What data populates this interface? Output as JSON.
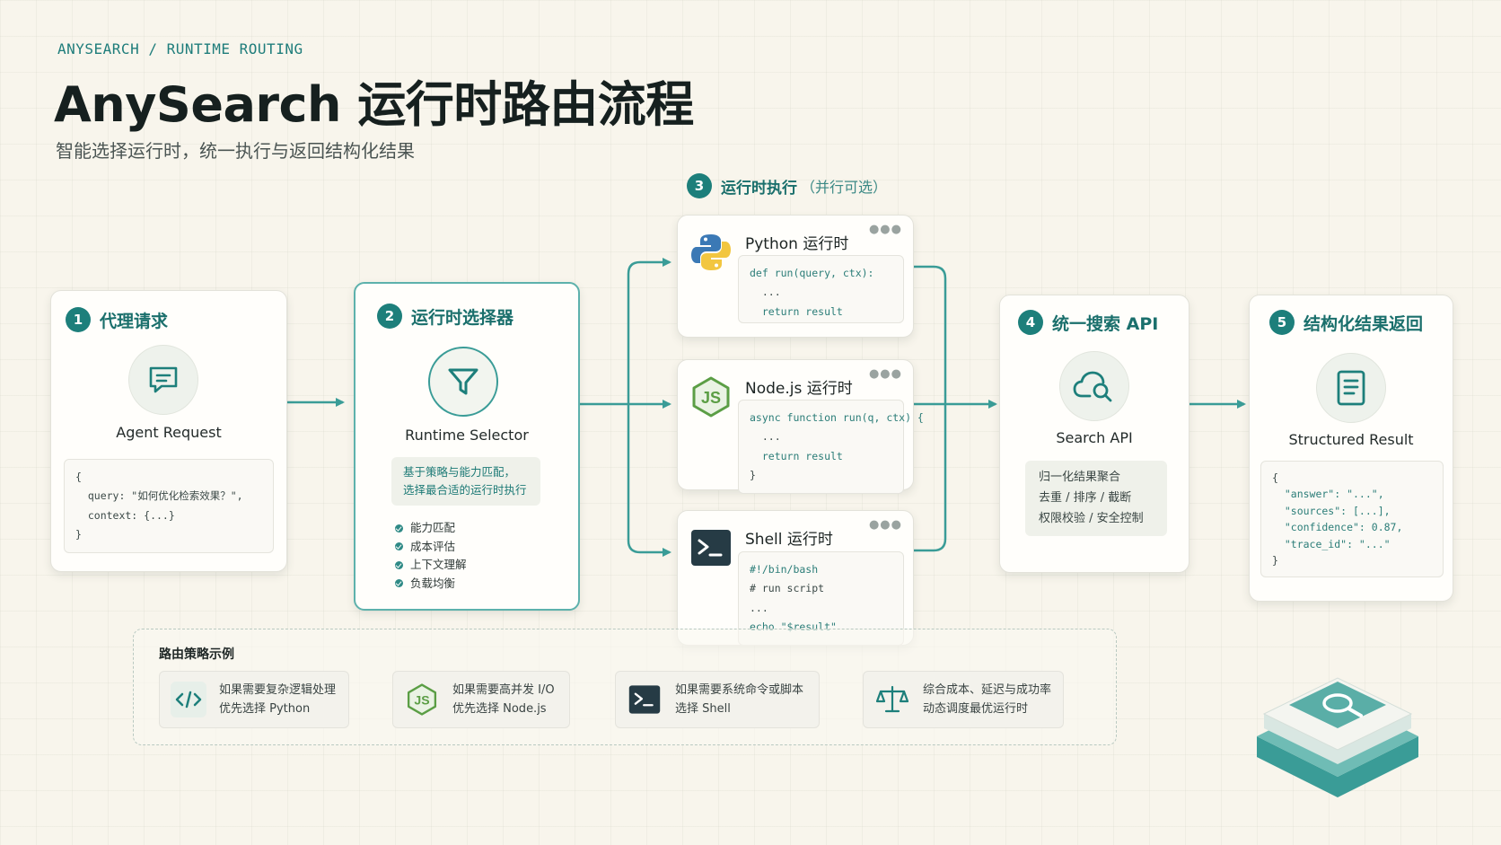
{
  "header": {
    "eyebrow": "ANYSEARCH / RUNTIME ROUTING",
    "title": "AnySearch 运行时路由流程",
    "subtitle": "智能选择运行时，统一执行与返回结构化结果"
  },
  "steps": {
    "agent": {
      "num": "1",
      "title": "代理请求",
      "label": "Agent Request",
      "code": [
        "{",
        "  query: \"如何优化检索效果？\",",
        "  context: {...}",
        "}"
      ]
    },
    "selector": {
      "num": "2",
      "title": "运行时选择器",
      "label": "Runtime Selector",
      "desc": [
        "基于策略与能力匹配，",
        "选择最合适的运行时执行"
      ],
      "checks": [
        "能力匹配",
        "成本评估",
        "上下文理解",
        "负载均衡"
      ]
    },
    "exec": {
      "num": "3",
      "title": "运行时执行",
      "note": "（并行可选）"
    },
    "api": {
      "num": "4",
      "title": "统一搜索 API",
      "label": "Search API",
      "features": [
        "归一化结果聚合",
        "去重 / 排序 / 截断",
        "权限校验 / 安全控制"
      ]
    },
    "result": {
      "num": "5",
      "title": "结构化结果返回",
      "label": "Structured Result",
      "code": [
        "{",
        "  \"answer\": \"...\",",
        "  \"sources\": [...],",
        "  \"confidence\": 0.87,",
        "  \"trace_id\": \"...\"",
        "}"
      ]
    }
  },
  "runtimes": {
    "python": {
      "title": "Python 运行时",
      "code": [
        "def run(query, ctx):",
        "  ...",
        "  return result"
      ]
    },
    "node": {
      "title": "Node.js 运行时",
      "code": [
        "async function run(q, ctx) {",
        "  ...",
        "  return result",
        "}"
      ]
    },
    "shell": {
      "title": "Shell 运行时",
      "code": [
        "#!/bin/bash",
        "# run script",
        "...",
        "echo \"$result\""
      ]
    }
  },
  "strategy": {
    "title": "路由策略示例",
    "items": [
      {
        "icon": "code-icon",
        "line1": "如果需要复杂逻辑处理",
        "line2": "优先选择 Python"
      },
      {
        "icon": "nodejs-icon",
        "line1": "如果需要高并发 I/O",
        "line2": "优先选择 Node.js"
      },
      {
        "icon": "terminal-icon",
        "line1": "如果需要系统命令或脚本",
        "line2": "选择 Shell"
      },
      {
        "icon": "balance-scale-icon",
        "line1": "综合成本、延迟与成功率",
        "line2": "动态调度最优运行时"
      }
    ]
  },
  "colors": {
    "accent": "#1d7f7b",
    "line": "#3a9c97",
    "background": "#f8f5ec"
  }
}
